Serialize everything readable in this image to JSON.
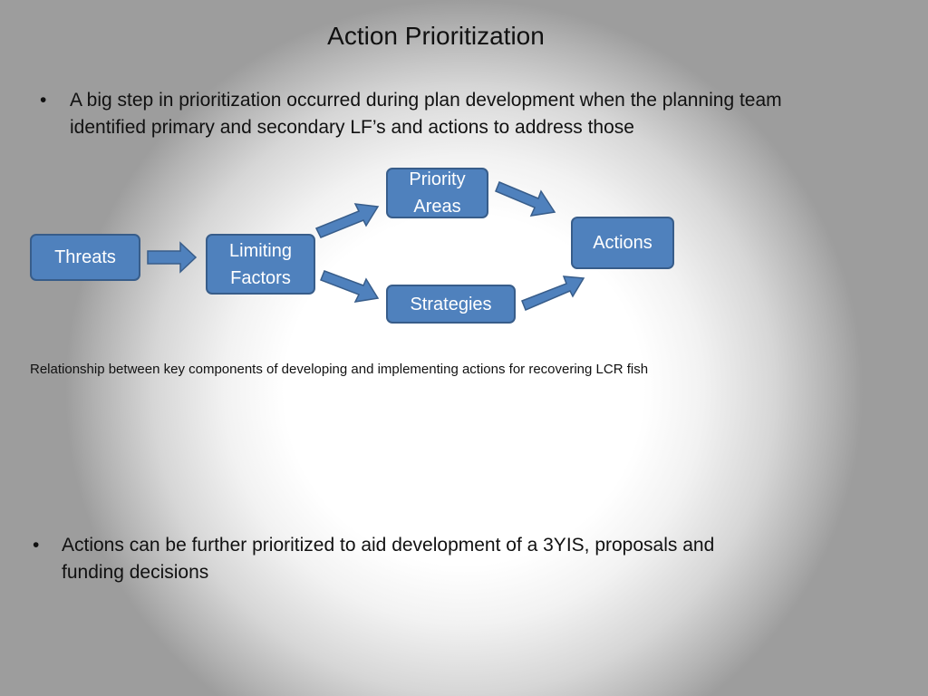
{
  "slide": {
    "title": "Action Prioritization",
    "bullet_symbol": "•",
    "bullets": [
      "A big step in prioritization occurred during plan development when the planning team identified primary and secondary LF’s and actions to address those",
      "Actions can be further prioritized to aid development of a 3YIS, proposals and funding decisions"
    ]
  },
  "diagram": {
    "box_fill": "#4f81bd",
    "box_border": "#385d8a",
    "nodes": {
      "threats": "Threats",
      "limiting_factors": "Limiting Factors",
      "priority_areas": "Priority Areas",
      "strategies": "Strategies",
      "actions": "Actions"
    },
    "edges": [
      [
        "threats",
        "limiting_factors"
      ],
      [
        "limiting_factors",
        "priority_areas"
      ],
      [
        "limiting_factors",
        "strategies"
      ],
      [
        "priority_areas",
        "actions"
      ],
      [
        "strategies",
        "actions"
      ]
    ],
    "caption": "Relationship between key components of developing and implementing actions for recovering LCR fish"
  }
}
